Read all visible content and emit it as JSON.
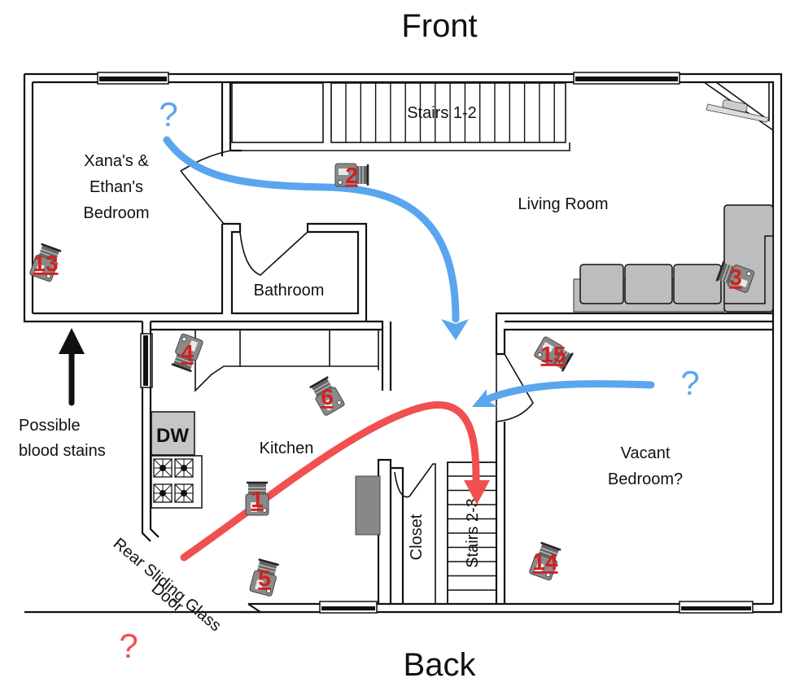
{
  "title_front": "Front",
  "title_back": "Back",
  "rooms": {
    "bedroom1": [
      "Xana's &",
      "Ethan's",
      "Bedroom"
    ],
    "stairs12": "Stairs 1-2",
    "living": "Living Room",
    "bathroom": "Bathroom",
    "kitchen": "Kitchen",
    "dishwasher": "DW",
    "closet": "Closet",
    "stairs23": "Stairs 2-3",
    "vacant": [
      "Vacant",
      "Bedroom?"
    ]
  },
  "annotations": {
    "blood": [
      "Possible",
      "blood stains"
    ],
    "rear_door": [
      "Rear Sliding Glass",
      "Door"
    ],
    "question_mark": "?"
  },
  "cameras": [
    "1",
    "2",
    "3",
    "4",
    "5",
    "6",
    "13",
    "14",
    "15"
  ],
  "colors": {
    "blue_path": "#5aa6ee",
    "red_path": "#f05050",
    "camera_number": "#d42020",
    "furniture": "#bdbdbd"
  }
}
